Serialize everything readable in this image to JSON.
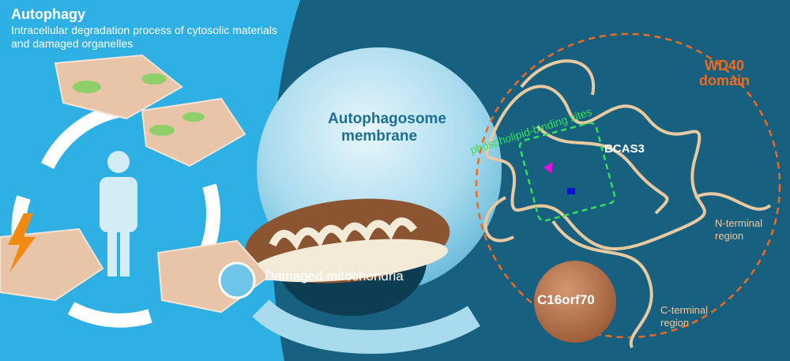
{
  "left_panel": {
    "title": "Autophagy",
    "subtitle": "Intracellular degradation process of cytosolic materials and damaged organelles"
  },
  "labels": {
    "membrane": "Autophagosome membrane",
    "mitochondria": "Damaged mitochondria",
    "wd40": "WD40 domain",
    "bcas3": "BCAS3",
    "phospholipid": "phospholipid-binding sites",
    "n_terminal": "N-terminal region",
    "c_terminal": "C-terminal region",
    "c16orf70": "C16orf70"
  },
  "colors": {
    "left_bg": "#2fb0e4",
    "right_bg": "#17607f",
    "wd40": "#f06a1e",
    "phospholipid": "#33e05a",
    "protein": "#e8c9a0",
    "c16orf70": "#b8744a"
  }
}
